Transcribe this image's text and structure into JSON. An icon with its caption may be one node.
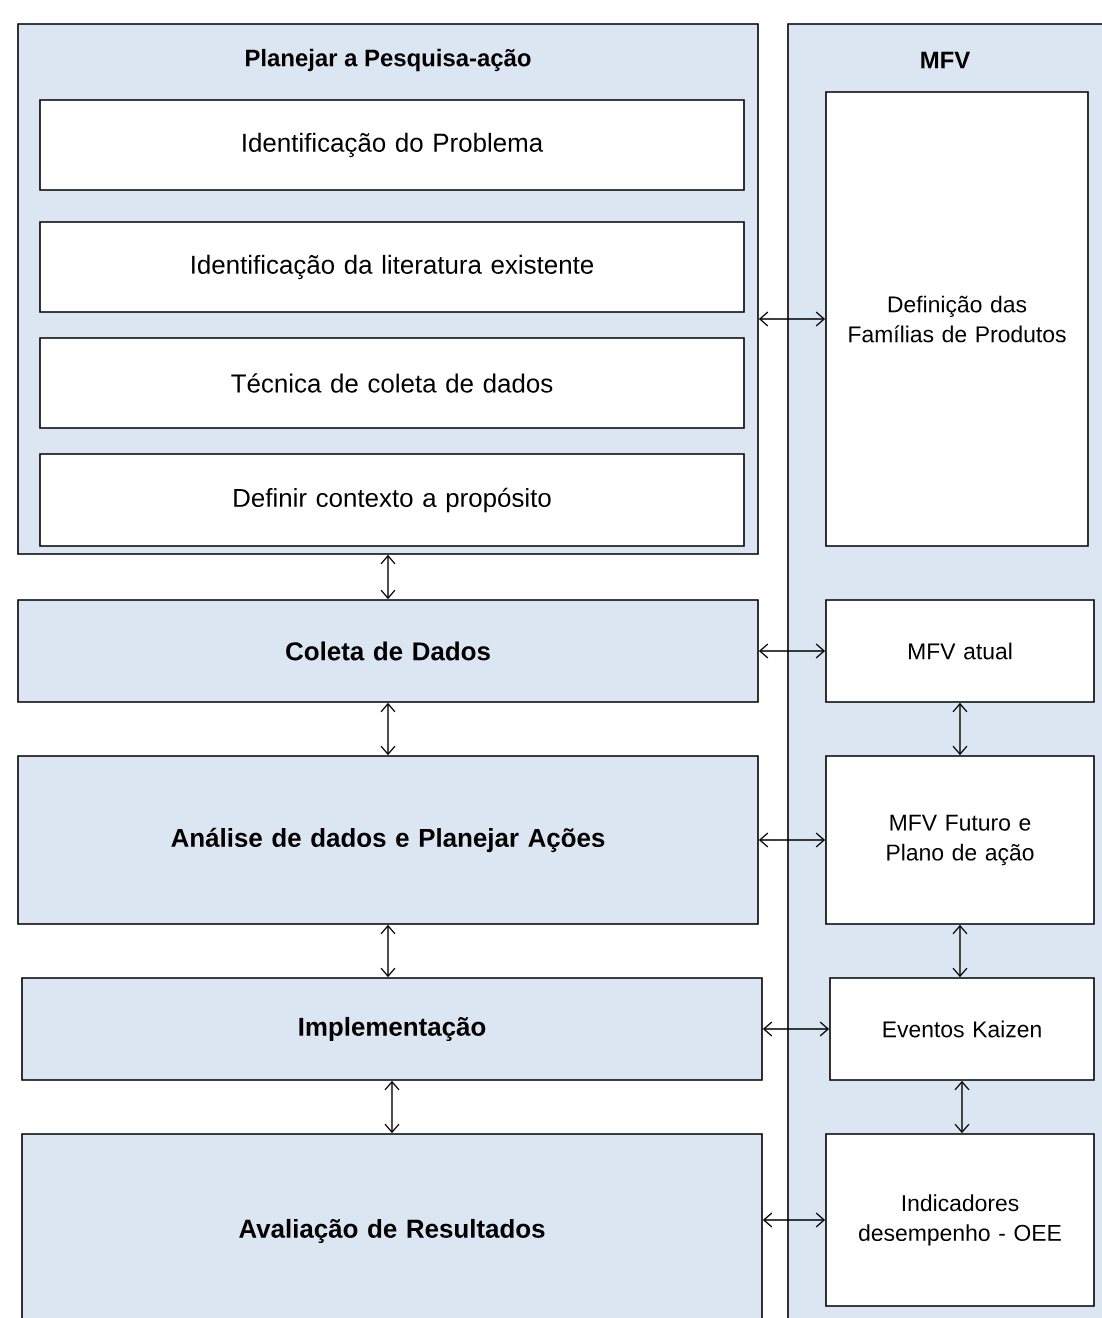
{
  "diagram": {
    "nodes": [
      {
        "text": [
          "Planejar  a Pesquisa-ação"
        ]
      },
      {
        "text": [
          "Identificação do Problema"
        ],
        "in": 0
      },
      {
        "text": [
          "Identificação da literatura existente"
        ],
        "in": 0
      },
      {
        "text": [
          "Técnica de coleta de dados"
        ],
        "in": 0
      },
      {
        "text": [
          "Definir contexto a propósito"
        ],
        "in": 0
      },
      {
        "text": [
          "MFV"
        ]
      },
      {
        "text": [
          "Definição das Famílias de Produtos"
        ],
        "in": 5
      },
      {
        "text": [
          "Coleta de Dados"
        ]
      },
      {
        "text": [
          "MFV atual"
        ],
        "in": 5
      },
      {
        "text": [
          "Análise de dados e Planejar Ações"
        ]
      },
      {
        "text": [
          "MFV Futuro e Plano de ação"
        ],
        "in": 5
      },
      {
        "text": [
          "Implementação"
        ]
      },
      {
        "text": [
          "Eventos Kaizen"
        ],
        "in": 5
      },
      {
        "text": [
          "Avaliação de Resultados"
        ]
      },
      {
        "text": [
          "Indicadores desempenho - OEE"
        ],
        "in": 5
      }
    ],
    "edges": [
      {
        "from": 0,
        "to": 7,
        "arrow": "both"
      },
      {
        "from": 7,
        "to": 9,
        "arrow": "both"
      },
      {
        "from": 9,
        "to": 11,
        "arrow": "both"
      },
      {
        "from": 11,
        "to": 13,
        "arrow": "both"
      },
      {
        "from": 8,
        "to": 10,
        "arrow": "both"
      },
      {
        "from": 10,
        "to": 12,
        "arrow": "both"
      },
      {
        "from": 12,
        "to": 14,
        "arrow": "both"
      },
      {
        "from": 0,
        "to": 6,
        "arrow": "both"
      },
      {
        "from": 7,
        "to": 8,
        "arrow": "both"
      },
      {
        "from": 9,
        "to": 10,
        "arrow": "both"
      },
      {
        "from": 11,
        "to": 12,
        "arrow": "both"
      },
      {
        "from": 13,
        "to": 14,
        "arrow": "both"
      }
    ]
  }
}
